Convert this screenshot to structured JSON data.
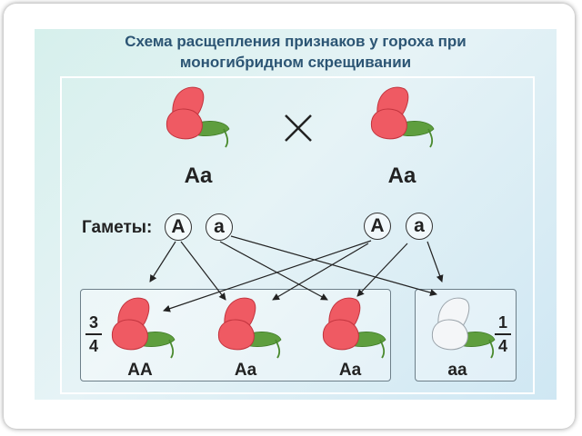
{
  "title_line1": "Схема расщепления признаков у гороха при",
  "title_line2": "моногибридном скрещивании",
  "cross_symbol": "×",
  "parent_left": "Aa",
  "parent_right": "Aa",
  "gametes_label": "Гаметы:",
  "gametes": [
    "A",
    "a",
    "A",
    "a"
  ],
  "offspring": [
    "AA",
    "Aa",
    "Aa",
    "aa"
  ],
  "ratio_dominant": {
    "num": "3",
    "den": "4"
  },
  "ratio_recessive": {
    "num": "1",
    "den": "4"
  },
  "colors": {
    "title": "#2c5574",
    "flower_red": "#ef5a63",
    "flower_white": "#f4f6f8",
    "leaf": "#5e9e3e"
  }
}
